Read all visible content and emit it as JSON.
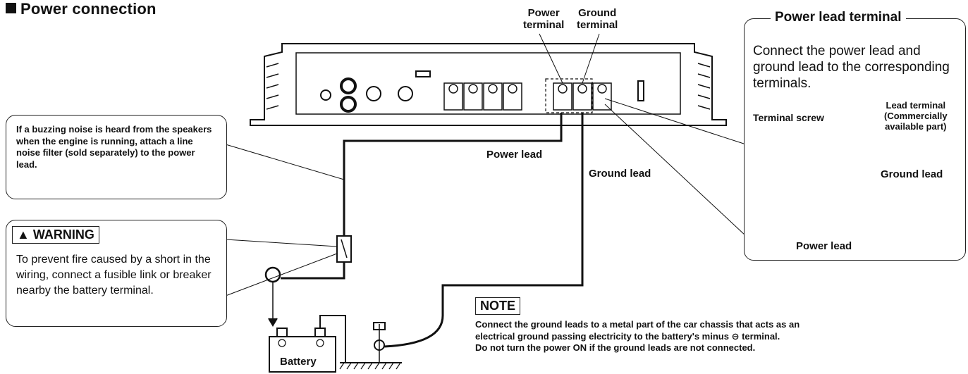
{
  "title": "Power connection",
  "amp_labels": {
    "power_terminal": "Power\nterminal",
    "ground_terminal": "Ground\nterminal",
    "power_lead": "Power lead",
    "ground_lead": "Ground lead"
  },
  "noise_callout": "If a buzzing noise is heard from the speakers when the engine is running, attach a line noise filter (sold separately) to the power lead.",
  "warning": {
    "title": "WARNING",
    "text": "To prevent fire caused by a short in the wiring, connect a fusible link or breaker nearby the battery terminal."
  },
  "battery_label": "Battery",
  "note": {
    "title": "NOTE",
    "lines": [
      "Connect the ground leads to a metal part of the car chassis that acts as an",
      "electrical ground passing electricity to the battery's minus ⊖ terminal.",
      "Do not turn the power ON if the ground leads are not connected."
    ]
  },
  "power_lead_terminal": {
    "title": "Power lead terminal",
    "text": "Connect the power lead and ground lead to the corresponding terminals.",
    "terminal_screw": "Terminal screw",
    "lead_terminal": "Lead terminal\n(Commercially\navailable part)",
    "ground_lead": "Ground lead",
    "power_lead": "Power lead"
  }
}
